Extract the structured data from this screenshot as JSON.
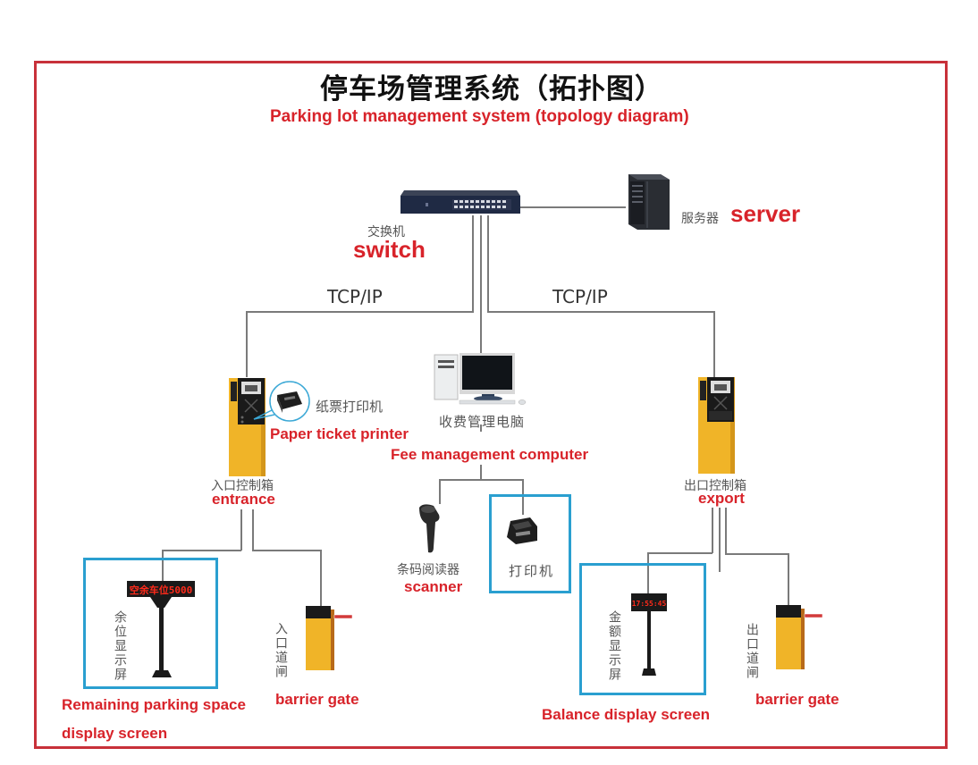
{
  "header": {
    "title_cn": "停车场管理系统（拓扑图）",
    "title_en": "Parking lot management system (topology diagram)"
  },
  "colors": {
    "frame": "#c8313a",
    "label_red": "#d8232a",
    "highlight_blue": "#2a9fd0",
    "cabinet_yellow": "#f0b428",
    "connector_gray": "#7a7a7a"
  },
  "nodes": {
    "switch": {
      "label_cn": "交换机",
      "label_en": "switch"
    },
    "server": {
      "label_cn": "服务器",
      "label_en": "server"
    },
    "links": {
      "left_protocol": "TCP/IP",
      "right_protocol": "TCP/IP"
    },
    "entrance_box": {
      "label_cn": "入口控制箱",
      "label_en": "entrance"
    },
    "ticket_printer": {
      "label_cn": "纸票打印机",
      "label_en": "Paper ticket printer"
    },
    "fee_computer": {
      "label_cn": "收费管理电脑",
      "label_en": "Fee management computer"
    },
    "exit_box": {
      "label_cn": "出口控制箱",
      "label_en": "export"
    },
    "scanner": {
      "label_cn": "条码阅读器",
      "label_en": "scanner"
    },
    "printer": {
      "label_cn": "打印机"
    },
    "remaining_display": {
      "label_cn": "余位显示屏",
      "screen_text": "空余车位5000",
      "label_en_line1": "Remaining parking space",
      "label_en_line2": "display screen"
    },
    "entrance_gate": {
      "label_cn": "入口道闸",
      "label_en": "barrier gate"
    },
    "balance_display": {
      "label_cn": "金额显示屏",
      "screen_text": "17:55:45",
      "label_en": "Balance display screen"
    },
    "exit_gate": {
      "label_cn": "出口道闸",
      "label_en": "barrier gate"
    }
  }
}
